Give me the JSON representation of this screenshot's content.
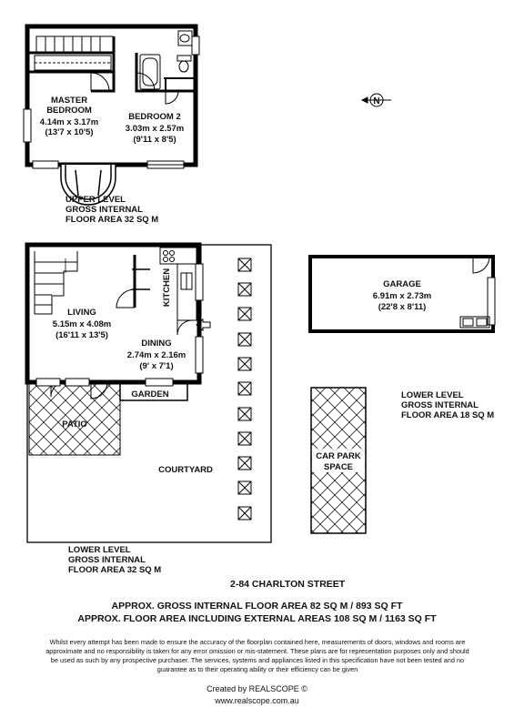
{
  "upper_level": {
    "rooms": {
      "master_bedroom": {
        "name_1": "MASTER",
        "name_2": "BEDROOM",
        "metric": "4.14m x 3.17m",
        "imperial": "(13'7 x 10'5)"
      },
      "bedroom_2": {
        "name": "BEDROOM 2",
        "metric": "3.03m x 2.57m",
        "imperial": "(9'11 x 8'5)"
      }
    },
    "caption": [
      "UPPER LEVEL",
      "GROSS INTERNAL",
      "FLOOR AREA 32 SQ M"
    ]
  },
  "lower_level": {
    "rooms": {
      "living": {
        "name": "LIVING",
        "metric": "5.15m x 4.08m",
        "imperial": "(16'11 x 13'5)"
      },
      "dining": {
        "name": "DINING",
        "metric": "2.74m x 2.16m",
        "imperial": "(9' x 7'1)"
      },
      "kitchen": {
        "name": "KITCHEN"
      },
      "garden": {
        "name": "GARDEN"
      },
      "patio": {
        "name": "PATIO"
      },
      "courtyard": {
        "name": "COURTYARD"
      }
    },
    "caption": [
      "LOWER LEVEL",
      "GROSS INTERNAL",
      "FLOOR AREA 32 SQ M"
    ]
  },
  "garage": {
    "rooms": {
      "garage": {
        "name": "GARAGE",
        "metric": "6.91m x 2.73m",
        "imperial": "(22'8 x 8'11)"
      },
      "car_park": {
        "name_1": "CAR PARK",
        "name_2": "SPACE"
      }
    },
    "caption": [
      "LOWER LEVEL",
      "GROSS INTERNAL",
      "FLOOR AREA 18 SQ M"
    ]
  },
  "compass": {
    "letter": "N",
    "icon": "north-compass-icon"
  },
  "address": "2-84 CHARLTON STREET",
  "areas": {
    "gross": "APPROX. GROSS INTERNAL FLOOR AREA 82 SQ M / 893 SQ FT",
    "external": "APPROX. FLOOR AREA INCLUDING EXTERNAL AREAS 108 SQ M / 1163 SQ FT"
  },
  "disclaimer": "Whilst every attempt has been made to ensure the accuracy of the floorplan contained here, measurements of doors, windows and rooms are approximate and no responsibility is taken for any error omission or mis-statement. These plans are for representation purposes only and should be used as such by any prospective purchaser. The services, systems and appliances listed in this specification have not been tested and no guarantee as to their operating ability or their efficiency can be given",
  "credit": {
    "text": "Created by REALSCOPE ©",
    "url": "www.realscope.com.au"
  }
}
